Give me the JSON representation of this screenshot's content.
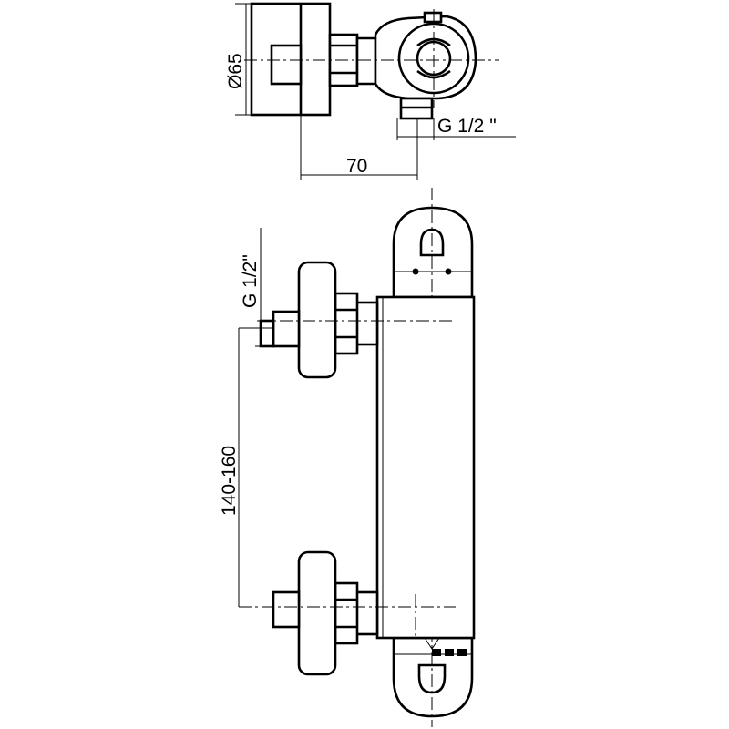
{
  "dimensions": {
    "diameter": "Ø65",
    "depth": "70",
    "thread_top": "G 1/2 \"",
    "thread_side": "G 1/2\"",
    "center_distance": "140-160"
  }
}
